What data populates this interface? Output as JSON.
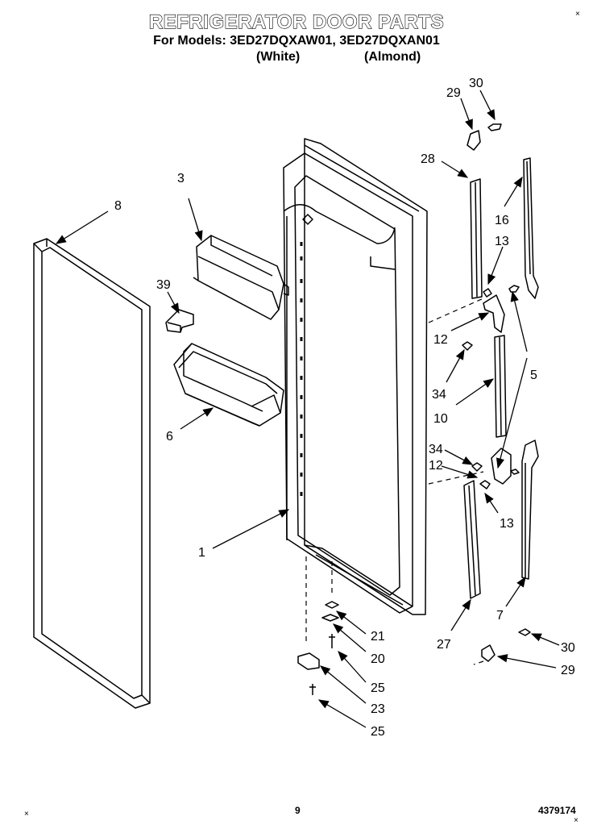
{
  "header": {
    "title": "REFRIGERATOR DOOR PARTS",
    "models": "For Models: 3ED27DQXAW01, 3ED27DQXAN01",
    "white": "(White)",
    "almond": "(Almond)"
  },
  "callouts": [
    "29",
    "30",
    "28",
    "16",
    "13",
    "12",
    "5",
    "34",
    "10",
    "34",
    "12",
    "13",
    "7",
    "27",
    "30",
    "29",
    "3",
    "8",
    "39",
    "6",
    "1",
    "21",
    "20",
    "25",
    "23",
    "25"
  ],
  "footer": {
    "page": "9",
    "doc_number": "4379174"
  }
}
